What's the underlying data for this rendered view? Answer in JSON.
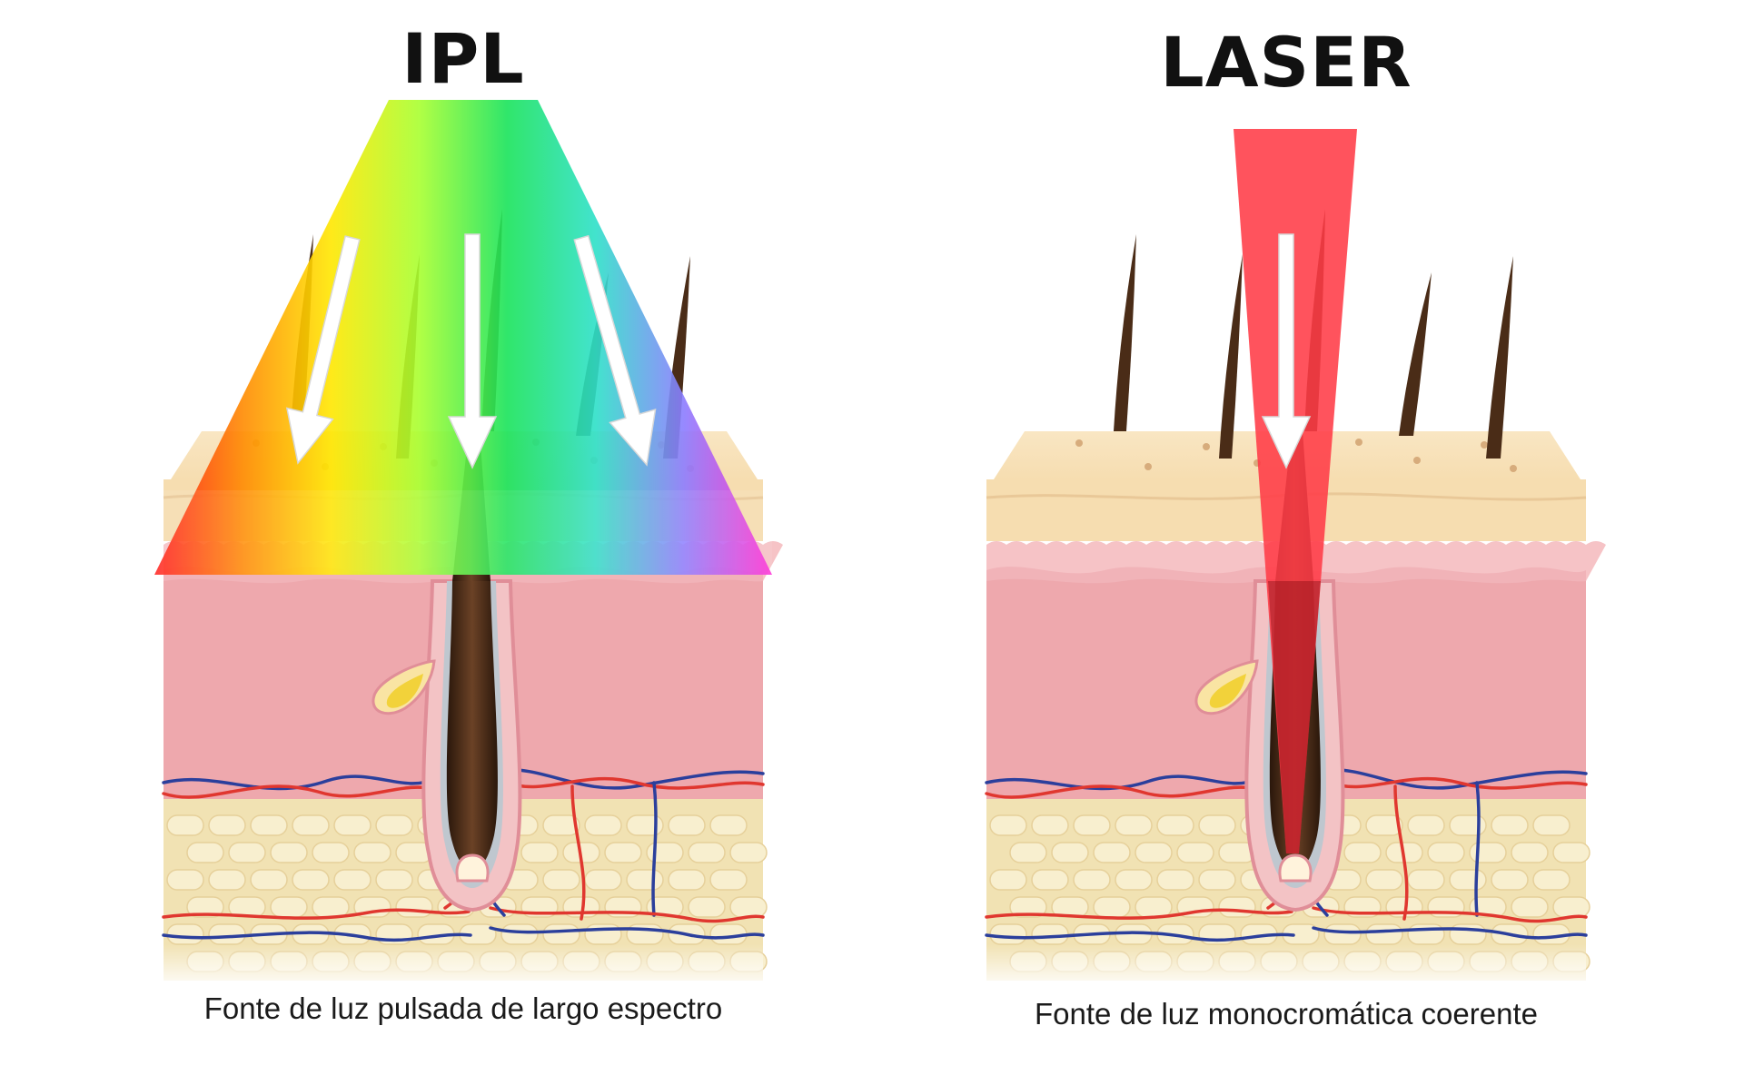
{
  "panels": [
    {
      "title": "IPL",
      "caption": "Fonte de luz pulsada de largo espectro",
      "beam": "broad-spectrum-beam",
      "beam_colors": [
        "#ff1a1a",
        "#ff8a00",
        "#ffe700",
        "#a8ff30",
        "#19e35a",
        "#2de0c8",
        "#8b7cff",
        "#ff2bd5"
      ]
    },
    {
      "title": "LASER",
      "caption": "Fonte de luz monocromática coerente",
      "beam": "monochromatic-beam",
      "beam_colors": [
        "#ff3b47"
      ]
    }
  ],
  "icons": {
    "arrow": "arrow-down-icon",
    "hair": "hair-strand-icon",
    "gland": "sebaceous-gland-icon"
  },
  "colors": {
    "epidermis": "#f6ddb0",
    "skin_top": "#f9e6c3",
    "pink_layer": "#f6c3c6",
    "dermis": "#eea8ad",
    "fat": "#f1e2b3",
    "fat_cell": "#f8efcf",
    "artery": "#e0372f",
    "vein": "#2b3f9c",
    "hair": "#4a2c17"
  }
}
